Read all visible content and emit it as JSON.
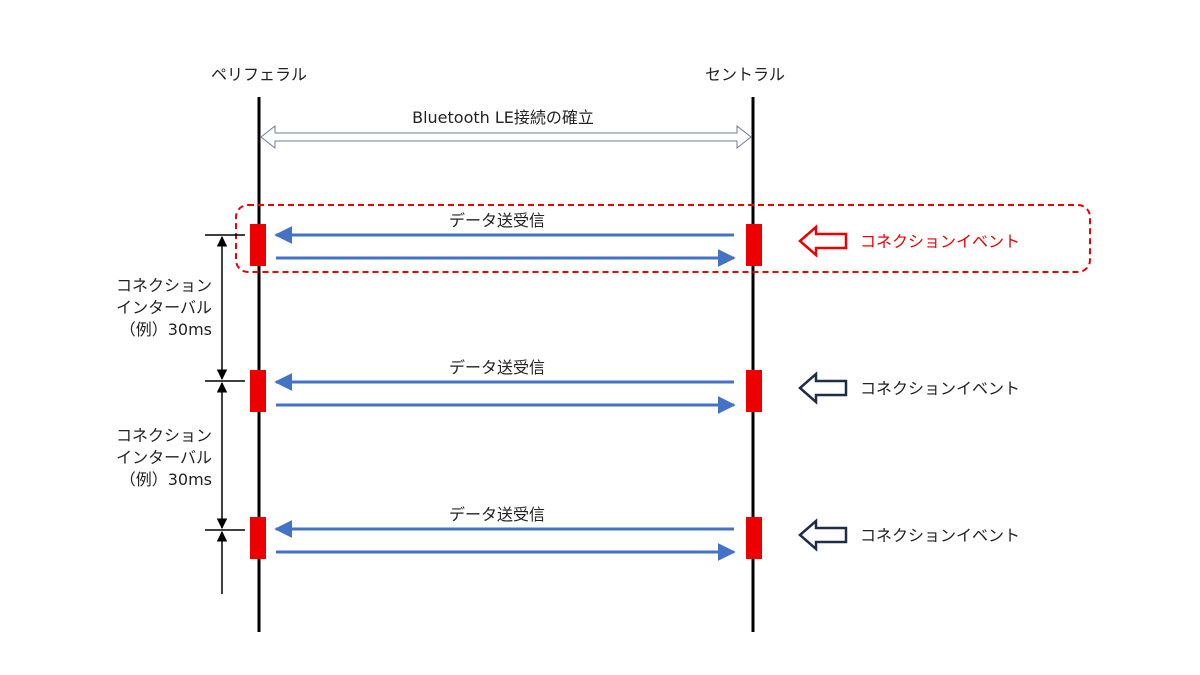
{
  "participants": {
    "left": "ペリフェラル",
    "right": "セントラル"
  },
  "connection": {
    "label": "Bluetooth LE接続の確立"
  },
  "events": [
    {
      "message": "データ送受信",
      "event_label": "コネクションイベント",
      "highlighted": true
    },
    {
      "message": "データ送受信",
      "event_label": "コネクションイベント",
      "highlighted": false
    },
    {
      "message": "データ送受信",
      "event_label": "コネクションイベント",
      "highlighted": false
    }
  ],
  "intervals": [
    {
      "line1": "コネクション",
      "line2": "インターバル",
      "line3": "（例）30ms"
    },
    {
      "line1": "コネクション",
      "line2": "インターバル",
      "line3": "（例）30ms"
    }
  ],
  "colors": {
    "lifeline": "#000000",
    "activation": "#ee0000",
    "message_arrow": "#4472c4",
    "highlight": "#ee0000",
    "event_arrow_normal": "#1f2d4a",
    "event_arrow_highlight": "#ee0000"
  }
}
